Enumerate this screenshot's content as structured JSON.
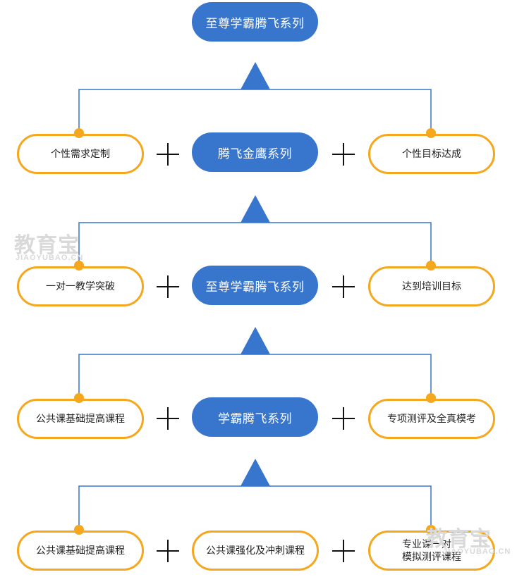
{
  "top": {
    "title": "至尊学霸腾飞系列"
  },
  "tiers": [
    {
      "left": "个性需求定制",
      "center": "腾飞金鹰系列",
      "right": "个性目标达成"
    },
    {
      "left": "一对一教学突破",
      "center": "至尊学霸腾飞系列",
      "right": "达到培训目标"
    },
    {
      "left": "公共课基础提高课程",
      "center": "学霸腾飞系列",
      "right": "专项测评及全真模考"
    },
    {
      "left": "公共课基础提高课程",
      "center": "公共课强化及冲刺课程",
      "right_line1": "专业课一对一",
      "right_line2": "模拟测评课程"
    }
  ],
  "watermark": {
    "brand": "教育宝",
    "domain": "JIAOYUBAO.CN"
  },
  "colors": {
    "blue": "#3776cc",
    "orange": "#f5a71e",
    "line": "#3776cc"
  }
}
